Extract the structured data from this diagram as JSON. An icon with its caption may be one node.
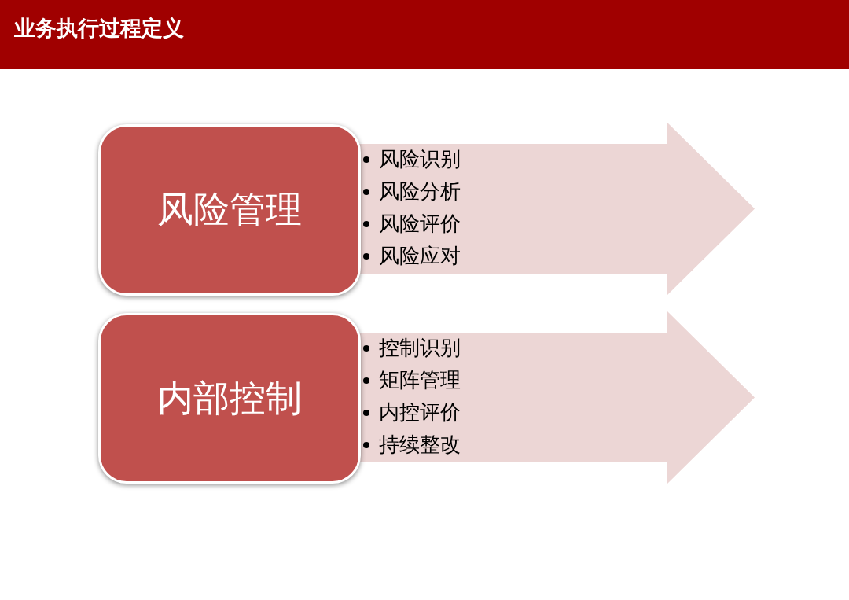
{
  "diagram": {
    "title": "业务执行过程定义",
    "nodes": [
      {
        "text": [
          "风险管理"
        ]
      },
      {
        "text": [
          "风险识别",
          "风险分析",
          "风险评价",
          "风险应对"
        ]
      },
      {
        "text": [
          "内部控制"
        ]
      },
      {
        "text": [
          "控制识别",
          "矩阵管理",
          "内控评价",
          "持续整改"
        ]
      }
    ]
  }
}
